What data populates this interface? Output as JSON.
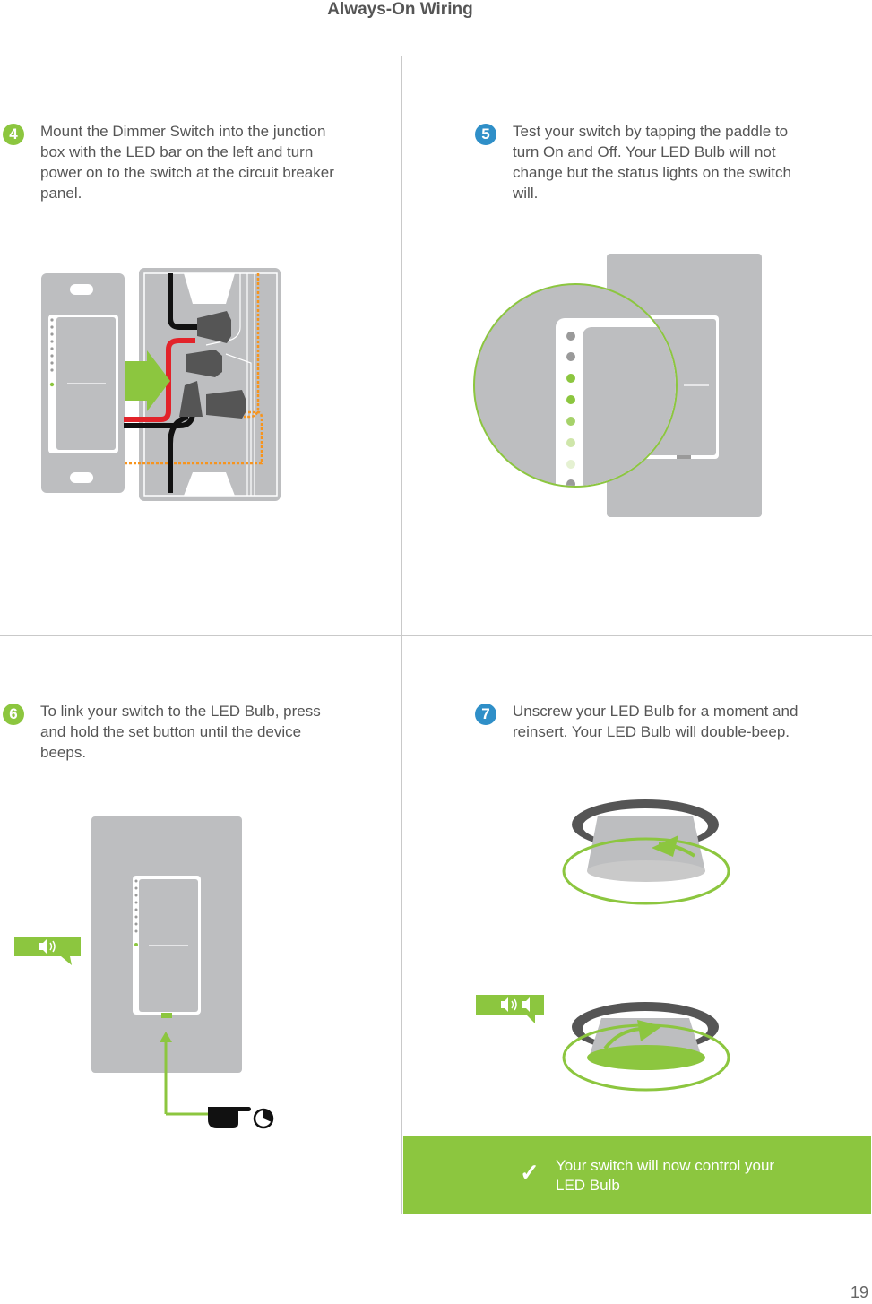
{
  "page": {
    "title": "Always-On Wiring",
    "page_number": "19"
  },
  "steps": [
    {
      "number": "4",
      "text": "Mount the Dimmer Switch into the junction box with the LED bar on the left and turn power on to the switch at the circuit breaker panel."
    },
    {
      "number": "5",
      "text": "Test your switch by tapping the paddle to turn On and Off. Your LED Bulb will not change but the status lights on the switch will."
    },
    {
      "number": "6",
      "text": "To link your switch to the LED Bulb, press and hold the set button until the device beeps."
    },
    {
      "number": "7",
      "text": "Unscrew your LED Bulb for a moment and reinsert. Your LED Bulb will double-beep."
    }
  ],
  "confirmation": {
    "check_icon": "checkmark-icon",
    "text": "Your switch will now control your LED Bulb"
  },
  "icons": [
    "speaker-sound-icon",
    "pointing-hand-icon",
    "timer-icon",
    "arrow-icon"
  ],
  "colors": {
    "green": "#8cc63f",
    "blue_badge": "#2f8fc8",
    "switch_gray": "#bdbec0",
    "wire_red": "#e2232a",
    "wire_black": "#111111",
    "wire_orange": "#f7941d"
  }
}
